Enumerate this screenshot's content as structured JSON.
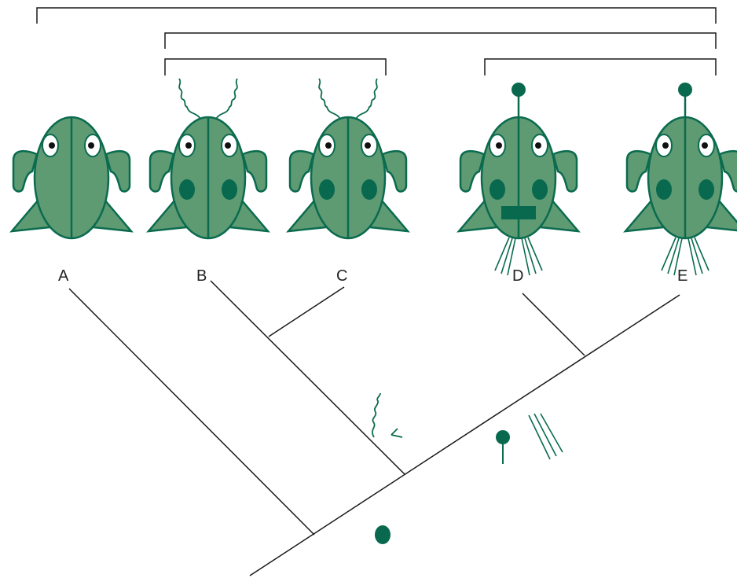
{
  "diagram": {
    "taxa": [
      "A",
      "B",
      "C",
      "D",
      "E"
    ],
    "colors": {
      "body": "#5e9a72",
      "outline": "#0a6b4f",
      "spot": "#08694f",
      "line": "#1a1a1a",
      "eye_white": "#ffffff",
      "pupil": "#111111"
    },
    "traits": {
      "spots": "spots-trait-icon",
      "antennae_and_whiskers": "curly-antenna-icon",
      "knob_antenna_and_tail_bristles": "knob-antenna-icon"
    }
  }
}
